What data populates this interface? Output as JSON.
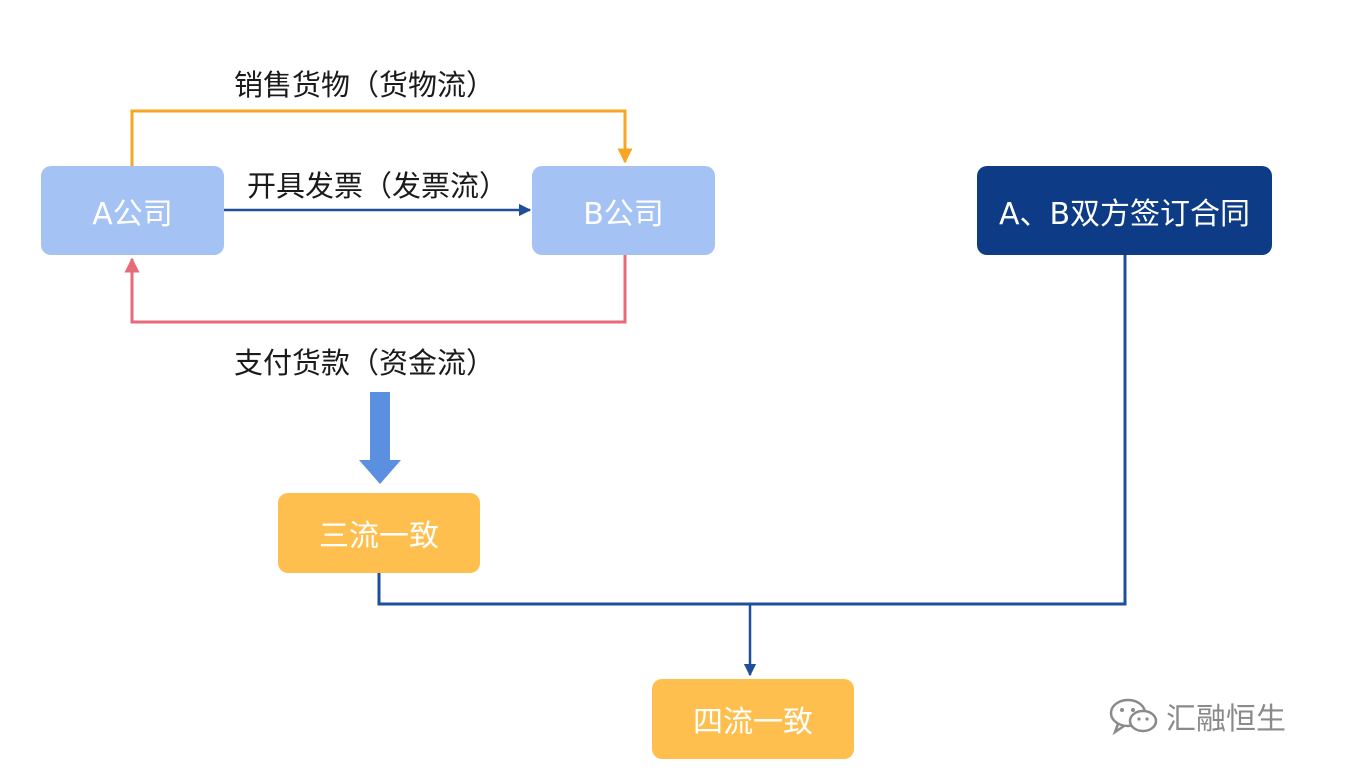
{
  "nodes": {
    "company_a": "A公司",
    "company_b": "B公司",
    "contract": "A、B双方签订合同",
    "three_flow": "三流一致",
    "four_flow": "四流一致"
  },
  "flows": {
    "goods": "销售货物（货物流）",
    "invoice": "开具发票（发票流）",
    "payment": "支付货款（资金流）"
  },
  "watermark": {
    "text": "汇融恒生",
    "icon": "wechat-icon"
  },
  "colors": {
    "goods_line": "#f5a623",
    "invoice_line": "#1f4e9a",
    "payment_line": "#e8697a",
    "connector": "#1f4e9a",
    "big_arrow": "#5b8fe0",
    "company_box": "#a4c2f4",
    "contract_box": "#0d3b85",
    "result_box": "#ffbf4f"
  }
}
